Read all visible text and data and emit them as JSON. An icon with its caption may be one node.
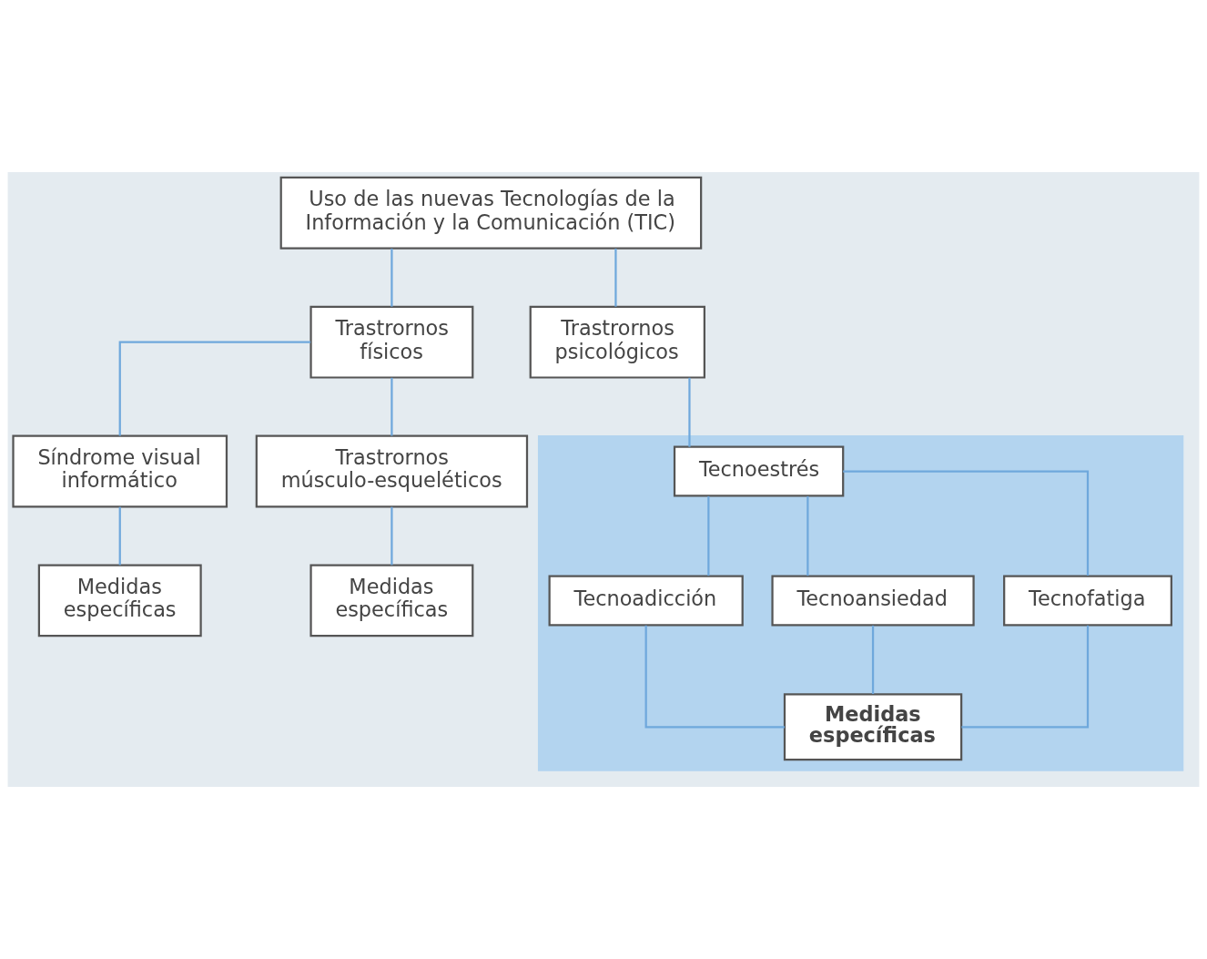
{
  "diagram": {
    "nodes": [
      {
        "text": [
          "Uso de las nuevas Tecnologías de la Información y la Comunicación (TIC)"
        ]
      },
      {
        "text": [
          "Trastrornos físicos"
        ]
      },
      {
        "text": [
          "Trastrornos psicológicos"
        ]
      },
      {
        "text": [
          "Síndrome visual informático"
        ]
      },
      {
        "text": [
          "Trastrornos músculo-esqueléticos"
        ]
      },
      {
        "text": [
          "Medidas específicas"
        ]
      },
      {
        "text": [
          "Medidas específicas"
        ]
      },
      {
        "text": [],
        "shape": "box"
      },
      {
        "text": [
          "Tecnoestrés"
        ],
        "in": 7
      },
      {
        "text": [
          "Tecnoadicción"
        ],
        "in": 7
      },
      {
        "text": [
          "Tecnoansiedad"
        ],
        "in": 7
      },
      {
        "text": [
          "Tecnofatiga"
        ],
        "in": 7
      },
      {
        "text": [
          "Medidas específicas"
        ],
        "in": 7
      }
    ],
    "edges": [
      {
        "from": 0,
        "to": 1,
        "arrow": "none"
      },
      {
        "from": 0,
        "to": 2,
        "arrow": "none"
      },
      {
        "from": 1,
        "to": 3,
        "arrow": "none"
      },
      {
        "from": 1,
        "to": 4,
        "arrow": "none"
      },
      {
        "from": 3,
        "to": 5,
        "arrow": "none"
      },
      {
        "from": 4,
        "to": 6,
        "arrow": "none"
      },
      {
        "from": 2,
        "to": 8,
        "arrow": "none"
      },
      {
        "from": 8,
        "to": 9,
        "arrow": "none"
      },
      {
        "from": 8,
        "to": 10,
        "arrow": "none"
      },
      {
        "from": 8,
        "to": 11,
        "arrow": "none"
      },
      {
        "from": 9,
        "to": 12,
        "arrow": "none"
      },
      {
        "from": 10,
        "to": 12,
        "arrow": "none"
      },
      {
        "from": 11,
        "to": 12,
        "arrow": "none"
      }
    ]
  }
}
